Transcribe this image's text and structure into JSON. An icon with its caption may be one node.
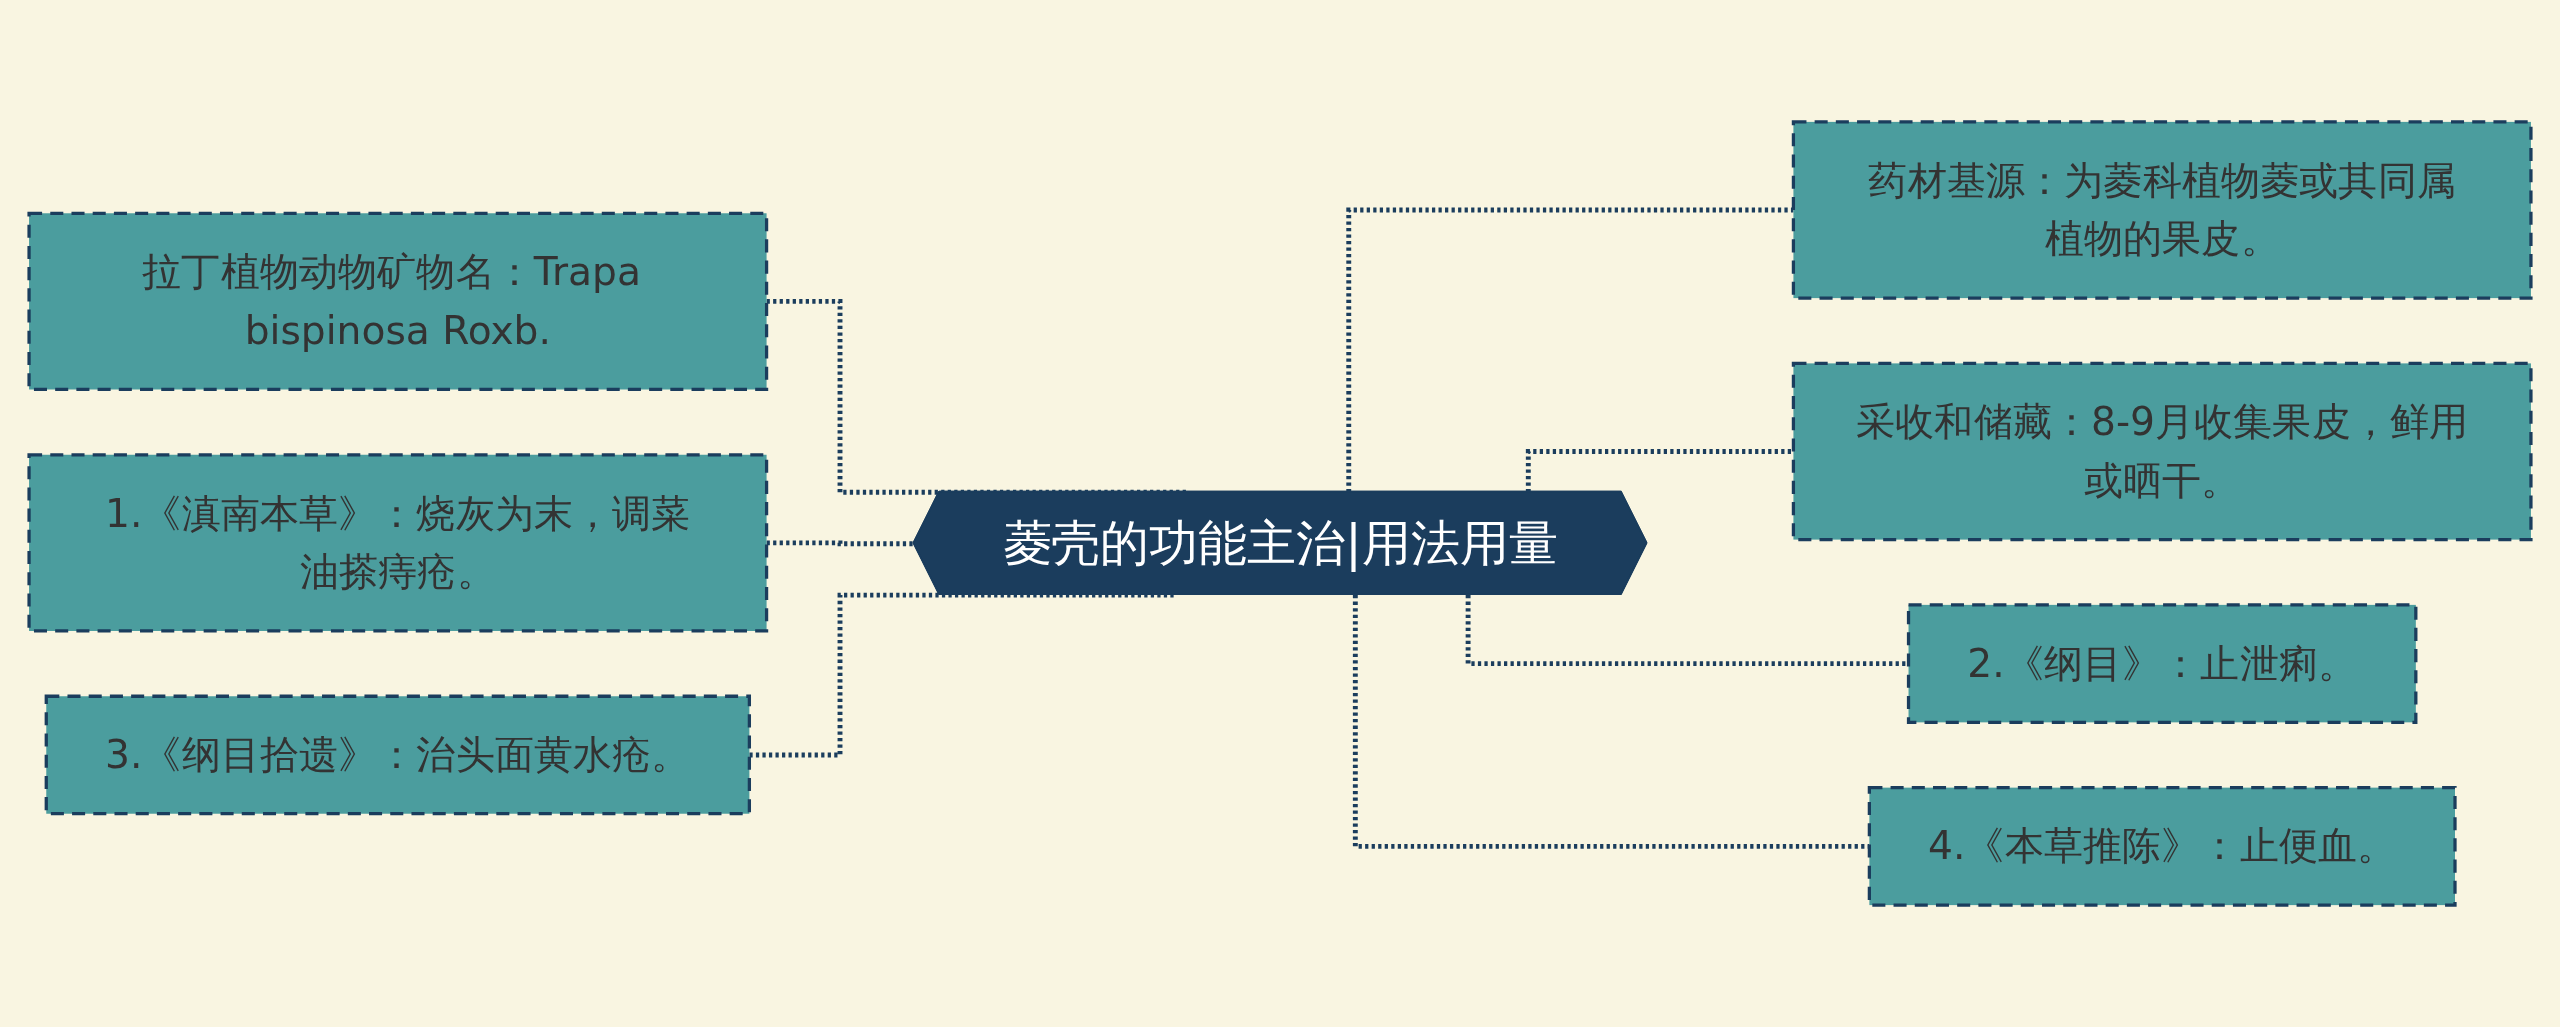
{
  "diagram": {
    "nodes": [
      {
        "text": [
          "菱壳的功能主治|用法用量"
        ]
      },
      {
        "text": [
          "拉丁植物动物矿物名：Trapa bispinosa Roxb."
        ]
      },
      {
        "text": [
          "1.《滇南本草》：烧灰为末，调菜油搽痔疮。"
        ]
      },
      {
        "text": [
          "3.《纲目拾遗》：治头面黄水疮。"
        ]
      },
      {
        "text": [
          "药材基源：为菱科植物菱或其同属植物的果皮。"
        ]
      },
      {
        "text": [
          "采收和储藏：8-9月收集果皮，鲜用或晒干。"
        ]
      },
      {
        "text": [
          "2.《纲目》：止泄痢。"
        ]
      },
      {
        "text": [
          "4.《本草推陈》：止便血。"
        ]
      }
    ],
    "edges": [
      {
        "from": 1,
        "to": 0,
        "arrow": "none",
        "style": "dashed"
      },
      {
        "from": 2,
        "to": 0,
        "arrow": "none",
        "style": "dashed"
      },
      {
        "from": 3,
        "to": 0,
        "arrow": "none",
        "style": "dashed"
      },
      {
        "from": 0,
        "to": 4,
        "arrow": "none",
        "style": "dashed"
      },
      {
        "from": 0,
        "to": 5,
        "arrow": "none",
        "style": "dashed"
      },
      {
        "from": 0,
        "to": 6,
        "arrow": "none",
        "style": "dashed"
      },
      {
        "from": 0,
        "to": 7,
        "arrow": "none",
        "style": "dashed"
      }
    ]
  }
}
